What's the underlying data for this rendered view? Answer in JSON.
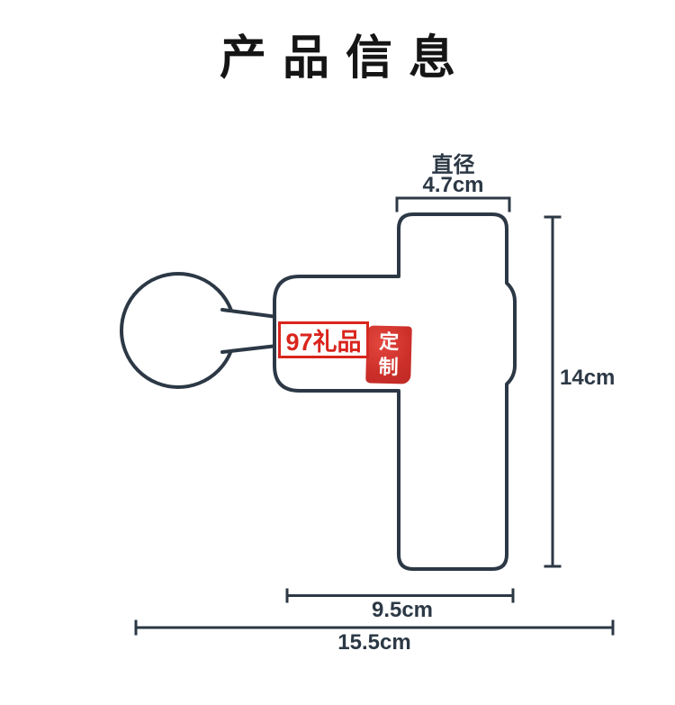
{
  "page": {
    "title": "产品信息"
  },
  "diagram": {
    "labels": {
      "diameter_caption": "直径",
      "diameter": "4.7cm",
      "height": "14cm",
      "body_length": "9.5cm",
      "total_length": "15.5cm"
    }
  },
  "watermark": {
    "brand": "97礼品",
    "seal": "定制"
  },
  "colors": {
    "title": "#151515",
    "text": "#2c3845",
    "outline": "#2c3845",
    "watermark": "#d9251d"
  }
}
